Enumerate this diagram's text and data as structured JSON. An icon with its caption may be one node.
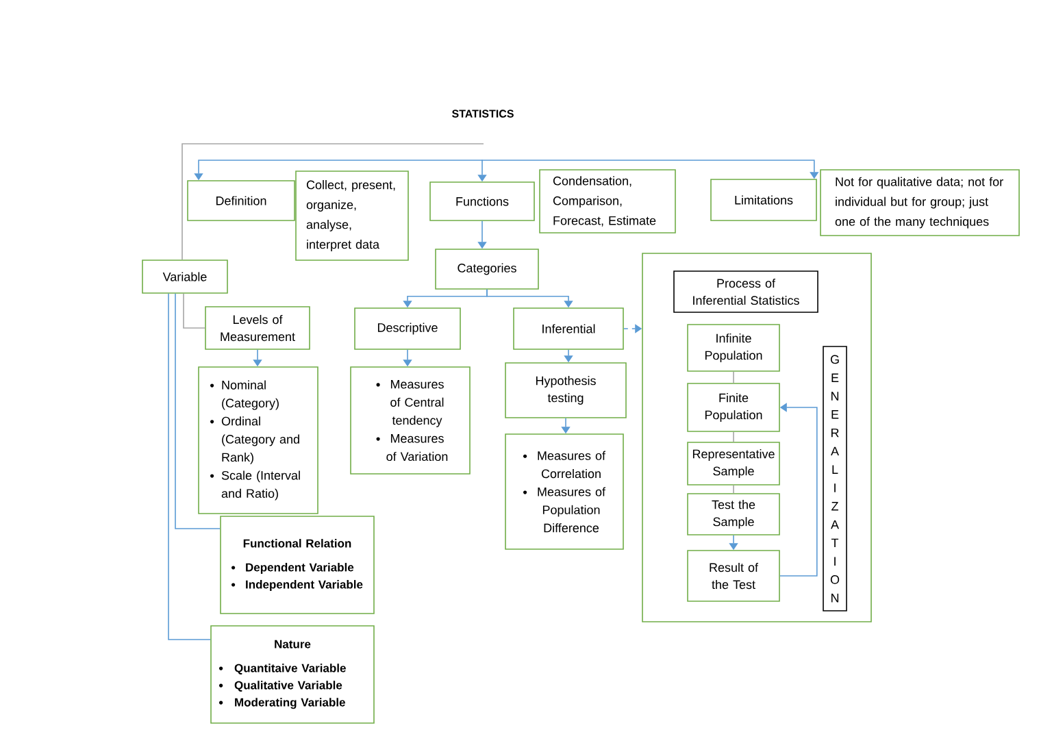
{
  "diagram": {
    "title": "STATISTICS",
    "nodes": [
      {
        "text": [
          "Definition"
        ]
      },
      {
        "text": [
          "Collect, present, organize, analyse, interpret data"
        ]
      },
      {
        "text": [
          "Functions"
        ]
      },
      {
        "text": [
          "Condensation, Comparison, Forecast, Estimate"
        ]
      },
      {
        "text": [
          "Limitations"
        ]
      },
      {
        "text": [
          "Not for qualitative data; not for individual but for group; just one of the many techniques"
        ]
      },
      {
        "text": [
          "Categories"
        ]
      },
      {
        "text": [
          "Variable"
        ]
      },
      {
        "text": [],
        "shape": "box"
      },
      {
        "text": [
          "Process of Inferential Statistics"
        ],
        "in": 8
      },
      {
        "text": [
          "Levels of Measurement"
        ]
      },
      {
        "text": [
          "Descriptive"
        ]
      },
      {
        "text": [
          "Inferential"
        ]
      },
      {
        "text": [
          "Infinite Population"
        ],
        "in": 8
      },
      {
        "text": [
          "GENERALIZATION"
        ],
        "in": 8
      },
      {
        "text": [
          "Nominal (Category)",
          "Ordinal (Category and Rank)",
          "Scale (Interval and Ratio)"
        ]
      },
      {
        "text": [
          "Measures of Central tendency",
          "Measures of Variation"
        ]
      },
      {
        "text": [
          "Hypothesis testing"
        ]
      },
      {
        "text": [
          "Finite Population"
        ],
        "in": 8
      },
      {
        "text": [
          "Measures of Correlation",
          "Measures of Population Difference"
        ]
      },
      {
        "text": [
          "Representative Sample"
        ],
        "in": 8
      },
      {
        "text": [
          "Test the Sample"
        ],
        "in": 8
      },
      {
        "text": [
          "Functional Relation",
          "Dependent Variable",
          "Independent Variable"
        ]
      },
      {
        "text": [
          "Result of the Test"
        ],
        "in": 8
      },
      {
        "text": [
          "Nature",
          "Quantitaive Variable",
          "Qualitative Variable",
          "Moderating Variable"
        ]
      }
    ],
    "edges": [
      {
        "from": null,
        "to": 7,
        "arrow": "none",
        "color": "#a6a6a6"
      },
      {
        "from": null,
        "to": 0,
        "arrow": "to"
      },
      {
        "from": null,
        "to": 2,
        "arrow": "to"
      },
      {
        "from": null,
        "to": 4,
        "arrow": "to"
      },
      {
        "from": 2,
        "to": 6,
        "arrow": "to"
      },
      {
        "from": 6,
        "to": 11,
        "arrow": "to"
      },
      {
        "from": 6,
        "to": 12,
        "arrow": "to"
      },
      {
        "from": 7,
        "to": 10,
        "arrow": "none",
        "color": "#a6a6a6"
      },
      {
        "from": 7,
        "to": 22,
        "arrow": "none"
      },
      {
        "from": 7,
        "to": 24,
        "arrow": "none"
      },
      {
        "from": 10,
        "to": 15,
        "arrow": "to"
      },
      {
        "from": 11,
        "to": 16,
        "arrow": "to"
      },
      {
        "from": 12,
        "to": 17,
        "arrow": "to"
      },
      {
        "from": 17,
        "to": 19,
        "arrow": "to"
      },
      {
        "from": 12,
        "to": 8,
        "arrow": "to",
        "style": "dashed"
      },
      {
        "from": 13,
        "to": 18,
        "arrow": "none",
        "color": "#a6a6a6"
      },
      {
        "from": 18,
        "to": 20,
        "arrow": "none",
        "color": "#a6a6a6"
      },
      {
        "from": 20,
        "to": 21,
        "arrow": "none",
        "color": "#a6a6a6"
      },
      {
        "from": 21,
        "to": 23,
        "arrow": "to"
      },
      {
        "from": 23,
        "to": 18,
        "arrow": "to"
      }
    ]
  }
}
